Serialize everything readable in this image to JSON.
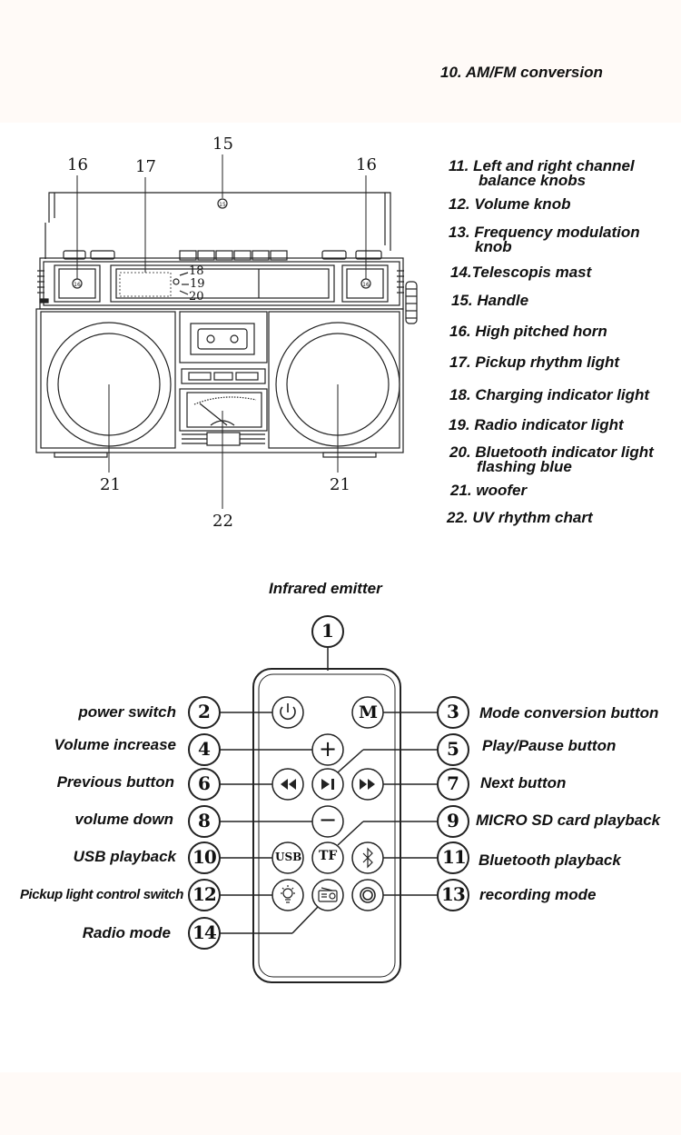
{
  "legend": [
    {
      "lines": [
        "10. AM/FM conversion"
      ]
    },
    {
      "lines": [
        "11. Left and right channel",
        "balance knobs"
      ]
    },
    {
      "lines": [
        "12. Volume knob"
      ]
    },
    {
      "lines": [
        "13. Frequency modulation",
        "knob"
      ]
    },
    {
      "lines": [
        "14.Telescopis mast"
      ]
    },
    {
      "lines": [
        "15. Handle"
      ]
    },
    {
      "lines": [
        "16. High pitched horn"
      ]
    },
    {
      "lines": [
        "17. Pickup rhythm light"
      ]
    },
    {
      "lines": [
        "18. Charging indicator light"
      ]
    },
    {
      "lines": [
        "19. Radio indicator light"
      ]
    },
    {
      "lines": [
        "20. Bluetooth indicator light",
        "flashing blue"
      ]
    },
    {
      "lines": [
        "21. woofer"
      ]
    },
    {
      "lines": [
        "22. UV rhythm chart"
      ]
    }
  ],
  "radio_callouts": {
    "c15": "15",
    "c16a": "16",
    "c16b": "16",
    "c17": "17",
    "c18": "18",
    "c19": "19",
    "c20": "20",
    "c21a": "21",
    "c21b": "21",
    "c22": "22"
  },
  "remote": {
    "title": "Infrared emitter",
    "labels_left": [
      {
        "num": "2",
        "text": "power switch"
      },
      {
        "num": "4",
        "text": "Volume increase"
      },
      {
        "num": "6",
        "text": "Previous button"
      },
      {
        "num": "8",
        "text": "volume down"
      },
      {
        "num": "10",
        "text": "USB playback"
      },
      {
        "num": "12",
        "text": "Pickup light control switch"
      },
      {
        "num": "14",
        "text": "Radio mode"
      }
    ],
    "labels_right": [
      {
        "num": "3",
        "text": "Mode conversion button"
      },
      {
        "num": "5",
        "text": "Play/Pause button"
      },
      {
        "num": "7",
        "text": "Next button"
      },
      {
        "num": "9",
        "text": "MICRO SD card playback"
      },
      {
        "num": "11",
        "text": "Bluetooth playback"
      },
      {
        "num": "13",
        "text": "recording mode"
      }
    ],
    "top_num": "1",
    "buttons": {
      "mode": "M",
      "plus": "+",
      "minus": "−",
      "usb": "USB",
      "tf": "TF"
    },
    "icons": [
      "power-icon",
      "rewind-icon",
      "play-pause-icon",
      "fast-forward-icon",
      "bluetooth-icon",
      "bulb-icon",
      "radio-icon",
      "record-icon"
    ]
  }
}
